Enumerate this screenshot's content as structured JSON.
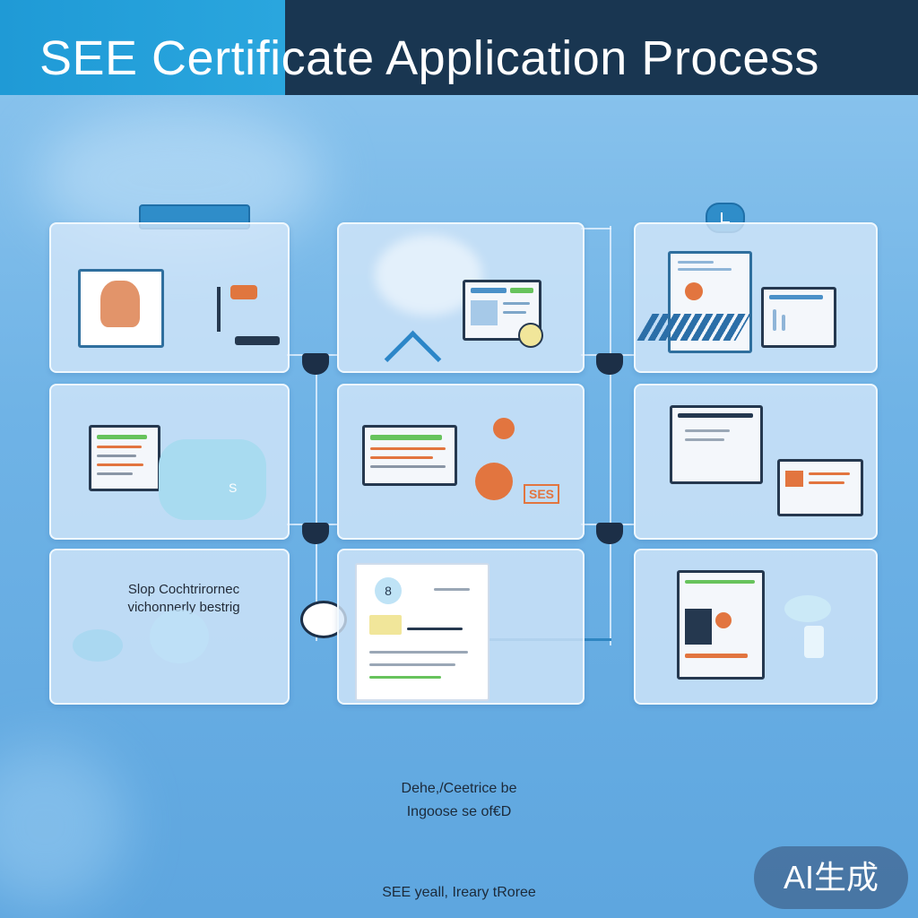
{
  "header": {
    "title": "SEE Certificate Application Process"
  },
  "panels": {
    "p7": {
      "line1": "Slop Cochtrirornec",
      "line2": "vichonnerly bestrig"
    },
    "p8": {
      "mini_text": "8"
    },
    "p5": {
      "badge_text": "SES"
    },
    "p4": {
      "card_symbol": "S"
    }
  },
  "footer": {
    "line1": "Dehe,/Ceetrice be",
    "line2": "Ingoose se of€D",
    "line3": "SEE yeall, Ireary tRoree"
  },
  "badge": {
    "label": "AI生成"
  },
  "colors": {
    "header_dark": "#193651",
    "header_accent": "#2aa6de",
    "accent_orange": "#e2753f",
    "accent_green": "#67c35c"
  }
}
